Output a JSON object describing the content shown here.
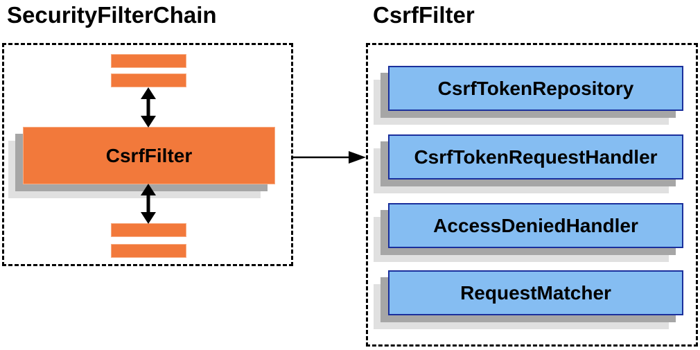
{
  "left_panel": {
    "title": "SecurityFilterChain",
    "filter_label": "CsrfFilter"
  },
  "right_panel": {
    "title": "CsrfFilter",
    "components": [
      "CsrfTokenRepository",
      "CsrfTokenRequestHandler",
      "AccessDeniedHandler",
      "RequestMatcher"
    ]
  },
  "colors": {
    "orange_fill": "#F2793B",
    "blue_fill": "#85BDF2",
    "blue_border": "#1A2F9C",
    "shadow_dark": "#A6A6A6",
    "shadow_light": "#E0E0E0",
    "arrow": "#000000",
    "text": "#000000"
  }
}
